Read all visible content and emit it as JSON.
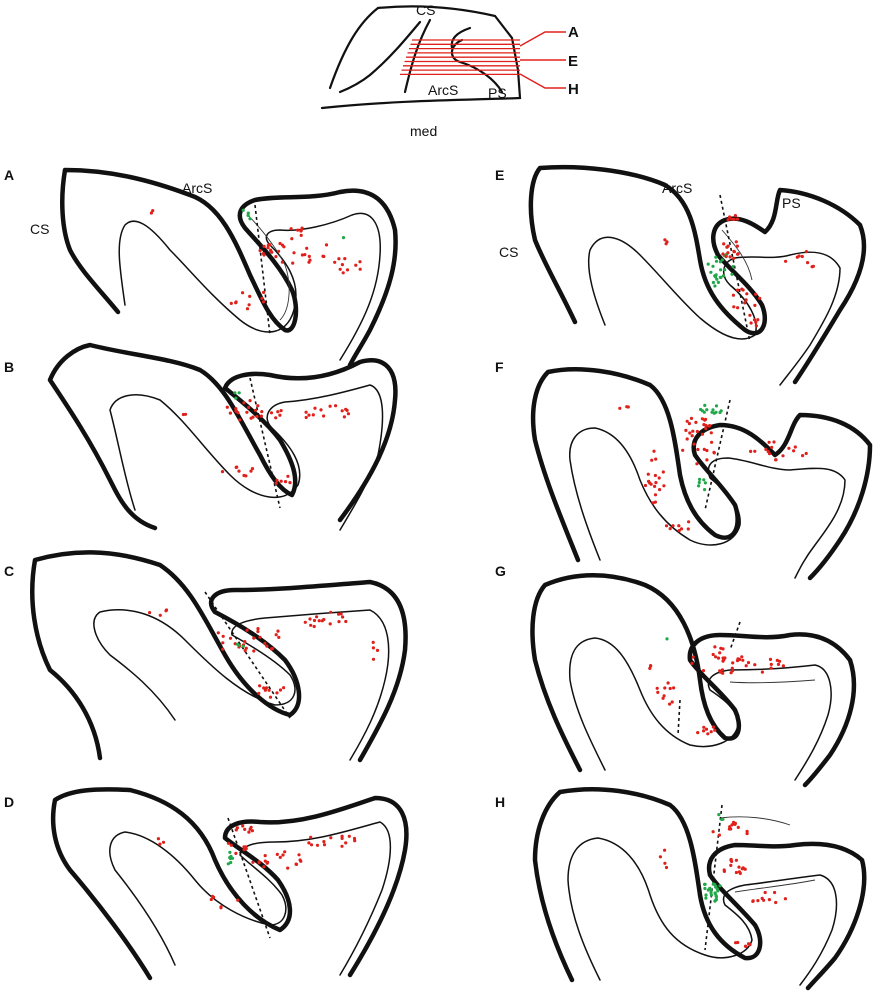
{
  "key_diagram": {
    "labels": {
      "cs": "CS",
      "arcs": "ArcS",
      "ps": "PS",
      "med": "med"
    },
    "section_markers": [
      "A",
      "E",
      "H"
    ]
  },
  "panels": [
    {
      "letter": "A",
      "sulcus_labels": [
        "CS",
        "ArcS"
      ]
    },
    {
      "letter": "B",
      "sulcus_labels": []
    },
    {
      "letter": "C",
      "sulcus_labels": []
    },
    {
      "letter": "D",
      "sulcus_labels": []
    },
    {
      "letter": "E",
      "sulcus_labels": [
        "CS",
        "ArcS",
        "PS"
      ]
    },
    {
      "letter": "F",
      "sulcus_labels": []
    },
    {
      "letter": "G",
      "sulcus_labels": []
    },
    {
      "letter": "H",
      "sulcus_labels": []
    }
  ],
  "colors": {
    "outline": "#111111",
    "red_cells": "#e0201b",
    "green_cells": "#20a84a",
    "section_lines": "#e0201b"
  }
}
